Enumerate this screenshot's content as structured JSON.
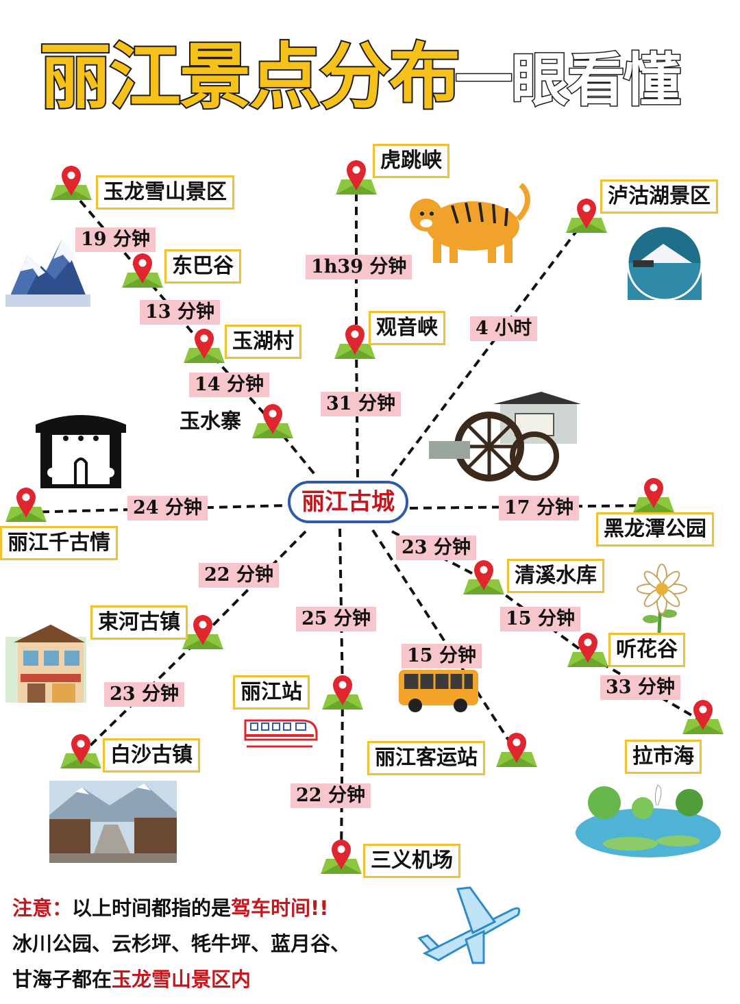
{
  "title": {
    "main": "丽江景点分布",
    "sub": "一眼看懂"
  },
  "center": "丽江古城",
  "places": {
    "yulong": "玉龙雪山景区",
    "dongba": "东巴谷",
    "yuhu": "玉湖村",
    "yushui": "玉水寨",
    "hutiao": "虎跳峡",
    "guanyin": "观音峡",
    "lugu": "泸沽湖景区",
    "qiangu": "丽江千古情",
    "heilong": "黑龙潭公园",
    "qingxi": "清溪水库",
    "tinghua": "听花谷",
    "lashi": "拉市海",
    "shuhe": "束河古镇",
    "baisha": "白沙古镇",
    "station": "丽江站",
    "bus": "丽江客运站",
    "airport": "三义机场"
  },
  "times": {
    "yulong_dongba": "19 分钟",
    "dongba_yuhu": "13 分钟",
    "yuhu_yushui": "14 分钟",
    "hutiao_guanyin": "1h39 分钟",
    "guanyin_center": "31 分钟",
    "lugu": "4 小时",
    "qiangu": "24 分钟",
    "heilong": "17 分钟",
    "qingxi": "23 分钟",
    "qingxi_tinghua": "15 分钟",
    "tinghua_lashi": "33 分钟",
    "shuhe": "22 分钟",
    "shuhe_baisha": "23 分钟",
    "station": "25 分钟",
    "station_airport": "22 分钟",
    "bus": "15 分钟"
  },
  "notes": {
    "l1a": "注意：",
    "l1b": "以上时间都指的是",
    "l1c": "驾车时间!!",
    "l2": "冰川公园、云杉坪、牦牛坪、蓝月谷、",
    "l3a": "甘海子都在",
    "l3b": "玉龙雪山景区内"
  },
  "colors": {
    "title": "#f6c21a",
    "pin": "#e0252f",
    "grass": "#8cc63f",
    "time_bg": "#f6c6cc",
    "label_border": "#f2c12e",
    "center_border": "#2f5aa8"
  }
}
